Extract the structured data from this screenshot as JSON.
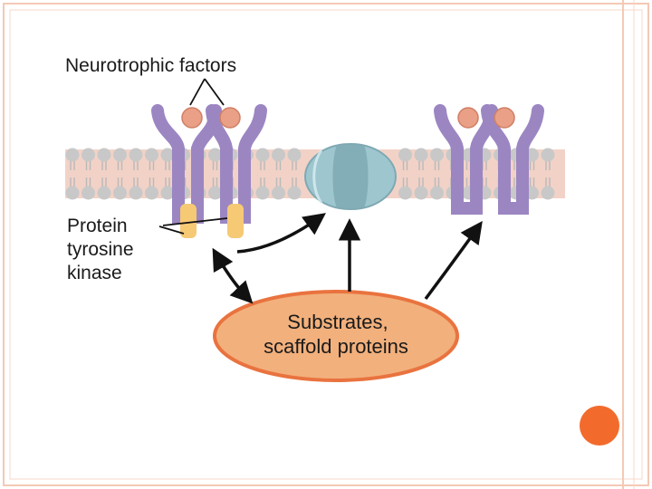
{
  "diagram": {
    "labels": {
      "neurotrophic_factors": "Neurotrophic factors",
      "protein_tyrosine_kinase": [
        "Protein",
        "tyrosine",
        "kinase"
      ],
      "substrates": [
        "Substrates,",
        "scaffold proteins"
      ]
    },
    "colors": {
      "slide_border": "#f4c9b5",
      "membrane": "#f2d2c7",
      "lipid_head": "#c8c8c8",
      "receptor": "#9b86c2",
      "receptor_dark": "#7b68a8",
      "ligand": "#e9a086",
      "kinase": "#f6c975",
      "channel": "#9ec6cf",
      "channel_dark": "#7fa9b3",
      "substrate_fill": "#f2b07c",
      "substrate_stroke": "#e9733f",
      "accent_dot": "#f26b2c",
      "arrow": "#111111"
    }
  }
}
